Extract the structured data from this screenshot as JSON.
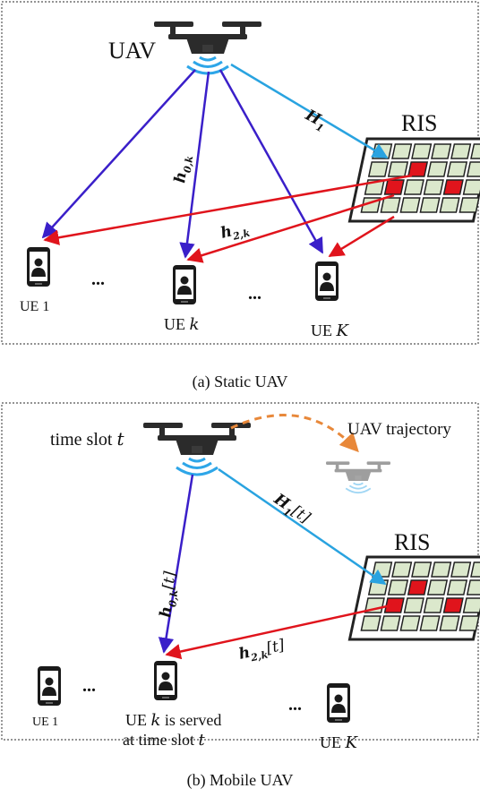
{
  "panel_a": {
    "uav_label": "UAV",
    "ris_label": "RIS",
    "h1_label": "H",
    "h1_sub": "1",
    "h0k_label": "h",
    "h0k_sub": "0,k",
    "h2k_label": "h",
    "h2k_sub": "2,k",
    "ue1_label": "UE 1",
    "uek_prefix": "UE ",
    "uek_var": "k",
    "ueK_prefix": "UE ",
    "ueK_var": "K",
    "ellipsis_left": "...",
    "ellipsis_right": "...",
    "caption": "(a)  Static UAV"
  },
  "panel_b": {
    "time_slot_prefix": "time slot ",
    "time_slot_var": "t",
    "trajectory_label": "UAV trajectory",
    "ris_label": "RIS",
    "h1_label": "H",
    "h1_sub": "1",
    "h1_arg": "[t]",
    "h0k_label": "h",
    "h0k_sub": "0,k",
    "h0k_arg": "[t]",
    "h2k_label": "h",
    "h2k_sub": "2,k",
    "h2k_arg": "[t]",
    "ue1_label": "UE 1",
    "uek_line1_prefix": "UE ",
    "uek_line1_var": "k",
    "uek_line1_suffix": " is served",
    "uek_line2_prefix": "at time slot ",
    "uek_line2_var": "t",
    "ueK_prefix": "UE ",
    "ueK_var": "K",
    "ellipsis_left": "...",
    "ellipsis_right": "...",
    "caption": "(b)  Mobile UAV"
  },
  "colors": {
    "blue_link": "#29a3e0",
    "purple_link": "#3a1fc9",
    "red_link": "#e0141c",
    "trajectory": "#e8883a",
    "ris_cell": "#dbe8cc",
    "ris_active": "#e0141c",
    "border": "#555555"
  }
}
